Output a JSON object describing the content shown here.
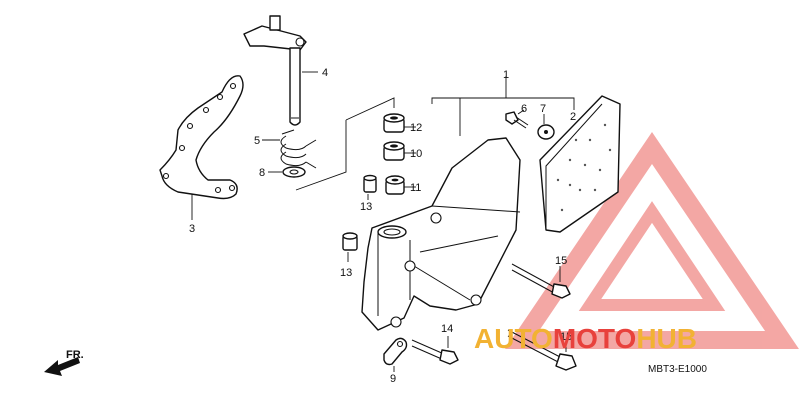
{
  "diagram": {
    "callouts": {
      "c1": "1",
      "c2": "2",
      "c3": "3",
      "c4": "4",
      "c5": "5",
      "c6": "6",
      "c7": "7",
      "c8": "8",
      "c9": "9",
      "c10": "10",
      "c11": "11",
      "c12": "12",
      "c13a": "13",
      "c13b": "13",
      "c14": "14",
      "c15a": "15",
      "c15b": "15"
    },
    "direction_label": "FR.",
    "drawing_code": "MBT3-E1000"
  },
  "watermark": {
    "part1": "AUTO",
    "part2": "MOTO",
    "part3": "HUB",
    "colors": {
      "orange": "#f2b233",
      "red": "#e8413c",
      "triangle": "#f08a86"
    }
  }
}
